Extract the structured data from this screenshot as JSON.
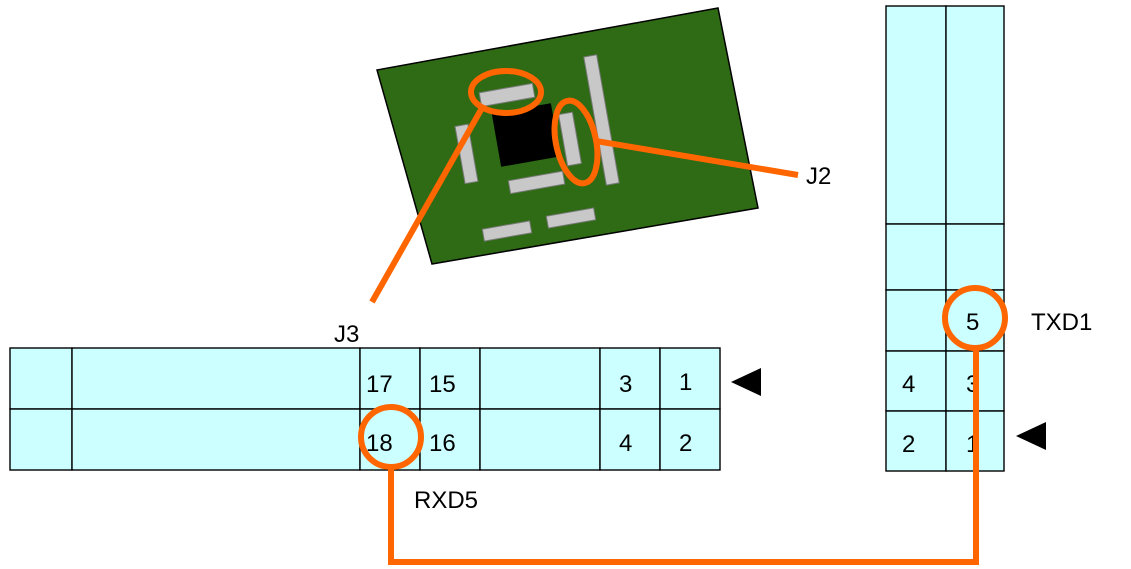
{
  "colors": {
    "connector_fill": "#ccffff",
    "highlight": "#ff6600",
    "board": "#2e6b14",
    "chip": "#000000",
    "pad": "#c8c8c8"
  },
  "board": {
    "callouts": {
      "j2": "J2",
      "j3": "J3"
    }
  },
  "connector_j3": {
    "row_top": {
      "p17": "17",
      "p15": "15",
      "p3": "3",
      "p1": "1"
    },
    "row_bottom": {
      "p18": "18",
      "p16": "16",
      "p4": "4",
      "p2": "2"
    },
    "pin1_marker_icon": "triangle-left"
  },
  "connector_j2": {
    "highlight_pin": "5",
    "row_a": {
      "p4": "4",
      "p3": "3"
    },
    "row_b": {
      "p2": "2",
      "p1": "1"
    },
    "pin1_marker_icon": "triangle-left"
  },
  "signals": {
    "txd": "TXD1",
    "rxd": "RXD5"
  }
}
